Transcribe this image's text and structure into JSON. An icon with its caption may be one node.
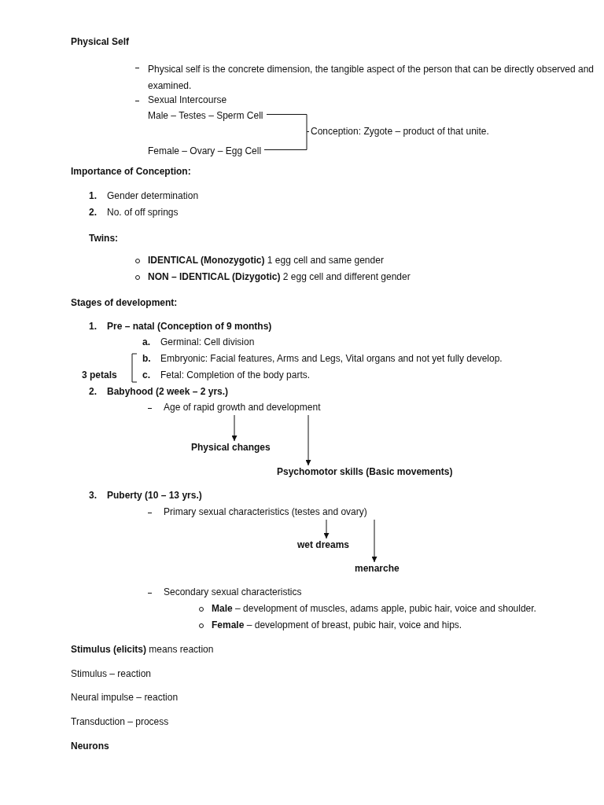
{
  "diagram": {
    "title": "Physical Self",
    "nodes": [
      {
        "text": [
          "Male – Testes – Sperm Cell"
        ]
      },
      {
        "text": [
          "Female – Ovary – Egg Cell"
        ]
      },
      {
        "text": [
          "Conception: Zygote – product of that unite."
        ]
      },
      {
        "text": [
          "Age of rapid growth and development"
        ]
      },
      {
        "text": [
          "Physical changes"
        ]
      },
      {
        "text": [
          "Psychomotor skills (Basic movements)"
        ]
      },
      {
        "text": [
          "Primary sexual characteristics (testes and ovary)"
        ]
      },
      {
        "text": [
          "wet dreams"
        ]
      },
      {
        "text": [
          "menarche"
        ]
      }
    ],
    "edges": [
      {
        "from": 0,
        "to": 2,
        "arrow": "none"
      },
      {
        "from": 1,
        "to": 2,
        "arrow": "none"
      },
      {
        "from": 3,
        "to": 4,
        "arrow": "to"
      },
      {
        "from": 3,
        "to": 5,
        "arrow": "to"
      },
      {
        "from": 6,
        "to": 7,
        "arrow": "to"
      },
      {
        "from": 6,
        "to": 8,
        "arrow": "to"
      }
    ],
    "labels": [
      "Physical self is the concrete dimension, the tangible aspect of the person that can be directly observed and examined.",
      "Sexual Intercourse",
      "Importance of Conception:",
      "1.",
      "Gender determination",
      "2.",
      "No. of off springs",
      "Twins:",
      "**IDENTICAL (Monozygotic)** 1 egg cell and same gender",
      "**NON – IDENTICAL (Dizygotic)** 2 egg cell and different gender",
      "Stages of development:",
      "1.",
      "Pre – natal (Conception of 9 months)",
      "a.",
      "Germinal: Cell division",
      "b.",
      "Embryonic: Facial features, Arms and Legs, Vital organs and not yet fully develop.",
      "3 petals",
      "c.",
      "Fetal: Completion of the body parts.",
      "2.",
      "Babyhood (2 week – 2 yrs.)",
      "3.",
      "Puberty (10 – 13 yrs.)",
      "Secondary sexual characteristics",
      "**Male** – development of muscles, adams apple, pubic hair, voice and shoulder.",
      "**Female** – development of breast, pubic hair, voice and hips.",
      "**Stimulus (elicits)** means reaction",
      "Stimulus – reaction",
      "Neural impulse – reaction",
      "Transduction – process",
      "Neurons"
    ]
  }
}
